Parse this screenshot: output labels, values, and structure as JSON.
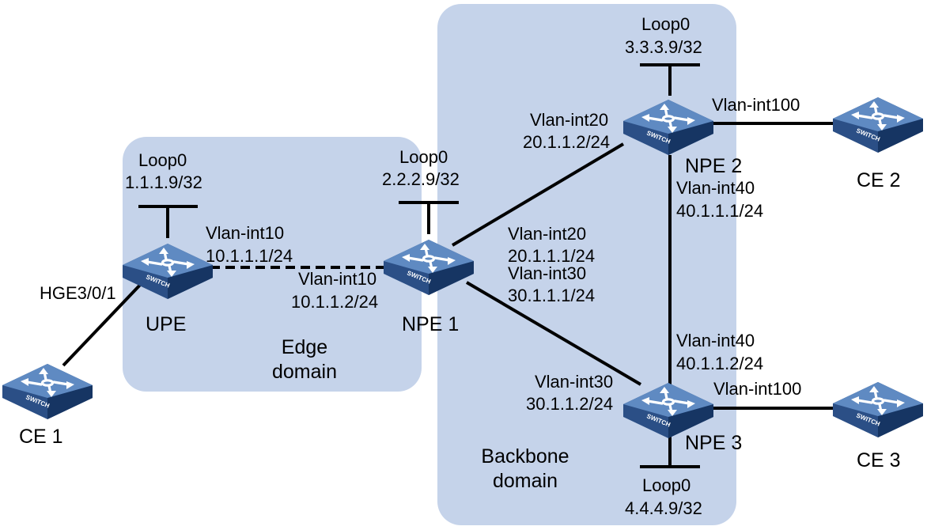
{
  "colors": {
    "domain_fill": "#c5d3ea",
    "link": "#000000",
    "switch_top": "#5f8ac2",
    "switch_side": "#2b4f86",
    "switch_dark": "#163563",
    "arrow": "#ffffff"
  },
  "domains": {
    "edge": {
      "line1": "Edge",
      "line2": "domain"
    },
    "backbone": {
      "line1": "Backbone",
      "line2": "domain"
    }
  },
  "devices": {
    "ce1": {
      "name": "CE 1",
      "icon": "switch-icon",
      "badge": "SWITCH"
    },
    "upe": {
      "name": "UPE",
      "icon": "switch-icon",
      "badge": "SWITCH"
    },
    "npe1": {
      "name": "NPE 1",
      "icon": "switch-icon",
      "badge": "SWITCH"
    },
    "npe2": {
      "name": "NPE 2",
      "icon": "switch-icon",
      "badge": "SWITCH"
    },
    "npe3": {
      "name": "NPE 3",
      "icon": "switch-icon",
      "badge": "SWITCH"
    },
    "ce2": {
      "name": "CE 2",
      "icon": "switch-icon",
      "badge": "SWITCH"
    },
    "ce3": {
      "name": "CE 3",
      "icon": "switch-icon",
      "badge": "SWITCH"
    }
  },
  "loopbacks": {
    "upe": {
      "name": "Loop0",
      "ip": "1.1.1.9/32"
    },
    "npe1": {
      "name": "Loop0",
      "ip": "2.2.2.9/32"
    },
    "npe2": {
      "name": "Loop0",
      "ip": "3.3.3.9/32"
    },
    "npe3": {
      "name": "Loop0",
      "ip": "4.4.4.9/32"
    }
  },
  "interfaces": {
    "ce1_upe": "HGE3/0/1",
    "upe_npe1_upe": {
      "name": "Vlan-int10",
      "ip": "10.1.1.1/24"
    },
    "upe_npe1_npe1": {
      "name": "Vlan-int10",
      "ip": "10.1.1.2/24"
    },
    "npe1_npe2_npe1": {
      "name": "Vlan-int20",
      "ip": "20.1.1.1/24"
    },
    "npe1_npe2_npe2": {
      "name": "Vlan-int20",
      "ip": "20.1.1.2/24"
    },
    "npe1_npe3_npe1": {
      "name": "Vlan-int30",
      "ip": "30.1.1.1/24"
    },
    "npe1_npe3_npe3": {
      "name": "Vlan-int30",
      "ip": "30.1.1.2/24"
    },
    "npe2_npe3_npe2": {
      "name": "Vlan-int40",
      "ip": "40.1.1.1/24"
    },
    "npe2_npe3_npe3": {
      "name": "Vlan-int40",
      "ip": "40.1.1.2/24"
    },
    "npe2_ce2": "Vlan-int100",
    "npe3_ce3": "Vlan-int100"
  }
}
